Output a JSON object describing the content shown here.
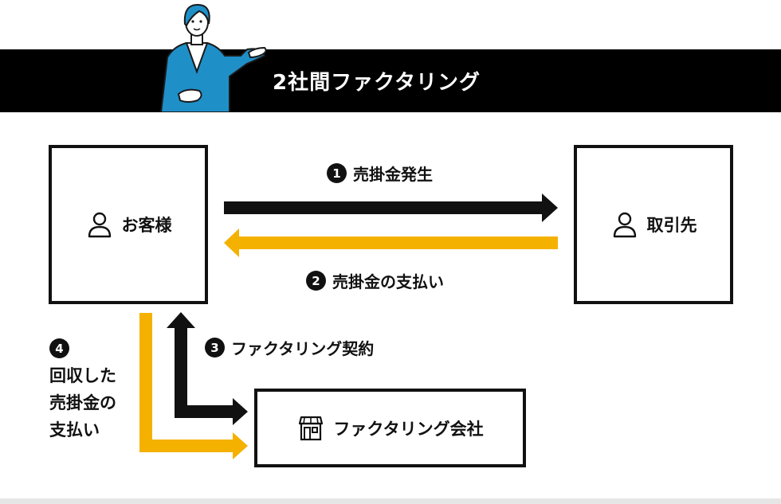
{
  "header": {
    "title": "2社間ファクタリング"
  },
  "nodes": {
    "customer": "お客様",
    "supplier": "取引先",
    "factoring_company": "ファクタリング会社"
  },
  "steps": [
    {
      "number": "1",
      "label": "売掛金発生"
    },
    {
      "number": "2",
      "label": "売掛金の支払い"
    },
    {
      "number": "3",
      "label": "ファクタリング契約"
    },
    {
      "number": "4",
      "lines": [
        "回収した",
        "売掛金の",
        "支払い"
      ]
    }
  ],
  "colors": {
    "header_band": "#000000",
    "arrow_black": "#111111",
    "arrow_yellow": "#f5b100",
    "suit_blue": "#1f8fc8"
  },
  "icons": {
    "person": "person-icon",
    "building": "building-icon",
    "presenter": "presenter-illustration"
  }
}
